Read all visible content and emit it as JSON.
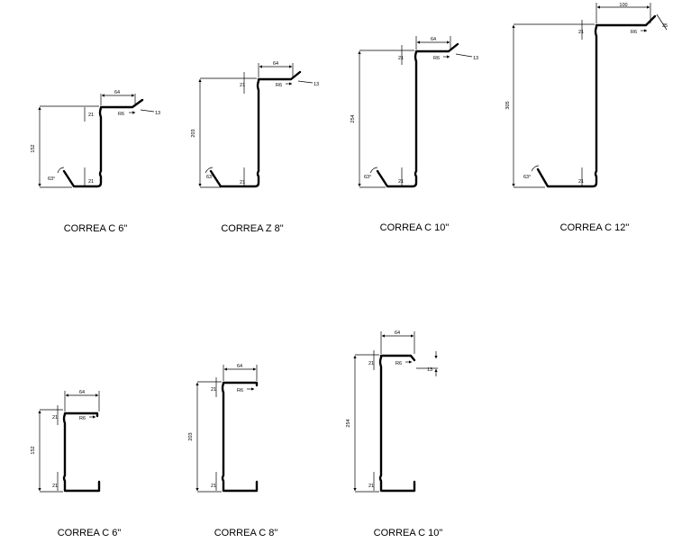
{
  "profiles": [
    {
      "caption": "CORREA C 6\"",
      "height": "152",
      "flange": "64",
      "lip_height": "21",
      "radius": "R6",
      "lip": "13",
      "angle": "63°"
    },
    {
      "caption": "CORREA Z 8\"",
      "height": "203",
      "flange": "64",
      "lip_height": "21",
      "radius": "R6",
      "lip": "13",
      "angle": "63°"
    },
    {
      "caption": "CORREA C 10\"",
      "height": "254",
      "flange": "64",
      "lip_height": "21",
      "radius": "R6",
      "lip": "13",
      "angle": "63°"
    },
    {
      "caption": "CORREA C 12\"",
      "height": "305",
      "flange": "100",
      "lip_height": "21",
      "radius": "R6",
      "lip": "25",
      "angle": "63°"
    },
    {
      "caption": "CORREA C 6\"",
      "height": "152",
      "flange": "64",
      "lip_height": "21",
      "radius": "R6"
    },
    {
      "caption": "CORREA C 8\"",
      "height": "203",
      "flange": "64",
      "lip_height": "21",
      "radius": "R6"
    },
    {
      "caption": "CORREA C 10\"",
      "height": "254",
      "flange": "64",
      "lip_height": "21",
      "radius": "R6",
      "lip": "13"
    }
  ]
}
